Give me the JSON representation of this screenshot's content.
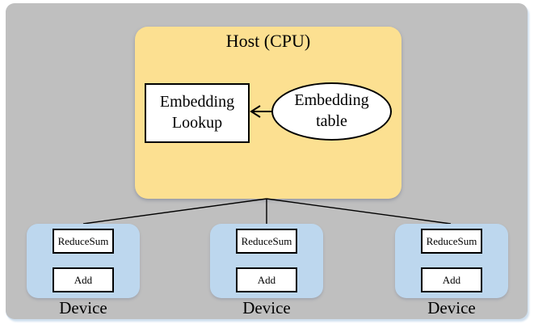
{
  "colors": {
    "canvas_fill": "#bfbfbf",
    "host_fill": "#fce091",
    "device_fill": "#bdd7ee",
    "node_fill": "#ffffff",
    "line_stroke": "#000000"
  },
  "host": {
    "title": "Host (CPU)",
    "embedding_lookup": {
      "line1": "Embedding",
      "line2": "Lookup"
    },
    "embedding_table": {
      "line1": "Embedding",
      "line2": "table"
    }
  },
  "devices": [
    {
      "label": "Device",
      "op_top": "ReduceSum",
      "op_bottom": "Add"
    },
    {
      "label": "Device",
      "op_top": "ReduceSum",
      "op_bottom": "Add"
    },
    {
      "label": "Device",
      "op_top": "ReduceSum",
      "op_bottom": "Add"
    }
  ]
}
